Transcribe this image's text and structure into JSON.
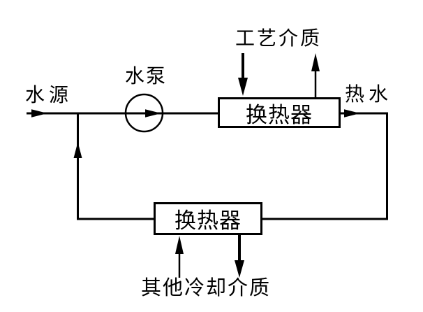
{
  "diagram": {
    "labels": {
      "water_source": "水源",
      "water_pump": "水泵",
      "process_medium": "工艺介质",
      "hot_water": "热水",
      "heat_exchanger_top": "换热器",
      "heat_exchanger_bottom": "换热器",
      "other_cooling_medium": "其他冷却介质"
    },
    "colors": {
      "line": "#000000",
      "background": "#ffffff"
    }
  }
}
